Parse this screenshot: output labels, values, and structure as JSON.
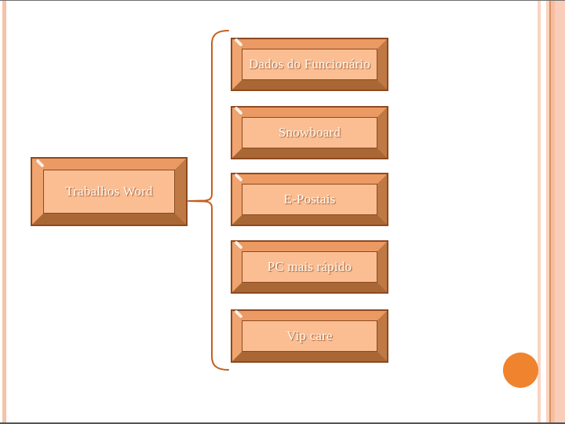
{
  "diagram": {
    "source_box": {
      "label": "Trabalhos Word"
    },
    "target_boxes": [
      {
        "label": "Dados do Funcionário"
      },
      {
        "label": "Snowboard"
      },
      {
        "label": "E-Postais"
      },
      {
        "label": "PC mais rápido"
      },
      {
        "label": "Vip care"
      }
    ],
    "connector_shape": "left-brace"
  },
  "theme": {
    "background": "#FFFFFF",
    "box_face": "#FBBE93",
    "box_bevel_light": "#EC9A63",
    "box_bevel_dark": "#A96735",
    "box_outline": "#8D4A20",
    "label_color": "#FFF9F1",
    "brace_color": "#C45F1E",
    "left_stripe": "#F5C2AA",
    "right_stripe_light": "#FAD4C0",
    "right_stripe_medium": "#F4BEA1",
    "right_stripe_dark_line": "#E08F5D",
    "circle": "#F0832E"
  }
}
